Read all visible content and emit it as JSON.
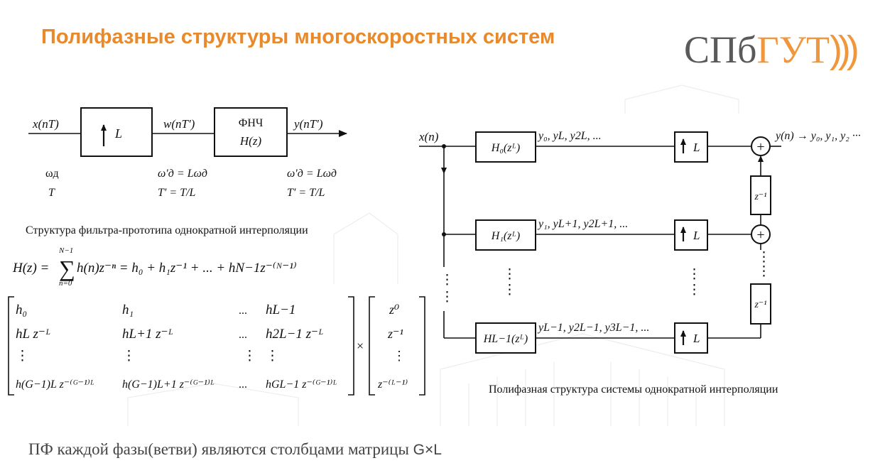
{
  "title": "Полифазные структуры многоскоростных систем",
  "logo": {
    "left": "СПб",
    "right": "ГУТ",
    "waves": ")))"
  },
  "caption_left": "Структура фильтра-прототипа однократной интерполяции",
  "caption_right": "Полифазная структура системы однократной интерполяции",
  "footer": {
    "text": "ПФ каждой фазы(ветви) являются столбцами матрицы ",
    "dims": "G×L"
  },
  "proto": {
    "in_label": "x(nT)",
    "up_label": "L",
    "mid_label": "w(nT′)",
    "lpf_line1": "ФНЧ",
    "lpf_line2": "H(z)",
    "out_label": "y(nT′)",
    "col1_line1": "ωд",
    "col1_line2": "T",
    "col2_line1": "ω′д = Lωд",
    "col2_line2": "T′ = T/L",
    "col3_line1": "ω′д = Lωд",
    "col3_line2": "T′ = T/L"
  },
  "formula": {
    "lhs": "H(z) =",
    "sum_top": "N−1",
    "sum_bottom": "n=0",
    "rhs": "h(n)z⁻ⁿ = h₀ + h₁z⁻¹ + ... + hN−1z⁻⁽ᴺ⁻¹⁾"
  },
  "matrix": {
    "rows": [
      [
        "h₀",
        "h₁",
        "...",
        "hL−1"
      ],
      [
        "hL z⁻ᴸ",
        "hL+1 z⁻ᴸ",
        "...",
        "h2L−1 z⁻ᴸ"
      ],
      [
        "⋮",
        "⋮",
        "⋮",
        "⋮"
      ],
      [
        "h(G−1)L z⁻⁽ᴳ⁻¹⁾ᴸ",
        "h(G−1)L+1 z⁻⁽ᴳ⁻¹⁾ᴸ",
        "...",
        "hGL−1 z⁻⁽ᴳ⁻¹⁾ᴸ"
      ]
    ],
    "times": "×",
    "vector": [
      "z⁰",
      "z⁻¹",
      "⋮",
      "z⁻⁽ᴸ⁻¹⁾"
    ]
  },
  "poly": {
    "input": "x(n)",
    "branches": [
      {
        "filter": "H₀(zᴸ)",
        "seq": "y₀, yL, y2L, ..."
      },
      {
        "filter": "H₁(zᴸ)",
        "seq": "y₁, yL+1, y2L+1, ..."
      },
      {
        "filter": "HL−1(zᴸ)",
        "seq": "yL−1, y2L−1, y3L−1, ..."
      }
    ],
    "up_label": "L",
    "delay": "z⁻¹",
    "plus": "+",
    "output": "y(n) → y₀, y₁, y₂ ···",
    "vdots": "⋮"
  }
}
